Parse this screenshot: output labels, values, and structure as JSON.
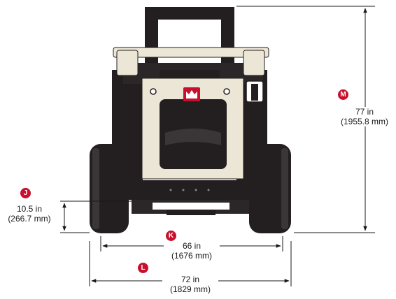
{
  "colors": {
    "badge": "#c8102e",
    "body_panel": "#ece6d6",
    "dark": "#231f20",
    "logo": "#c8102e",
    "line": "#1a1a1a"
  },
  "dimensions": {
    "M": {
      "badge": "M",
      "imperial": "77 in",
      "metric": "(1955.8 mm)"
    },
    "J": {
      "badge": "J",
      "imperial": "10.5 in",
      "metric": "(266.7 mm)"
    },
    "K": {
      "badge": "K",
      "imperial": "66 in",
      "metric": "(1676 mm)"
    },
    "L": {
      "badge": "L",
      "imperial": "72 in",
      "metric": "(1829 mm)"
    }
  }
}
